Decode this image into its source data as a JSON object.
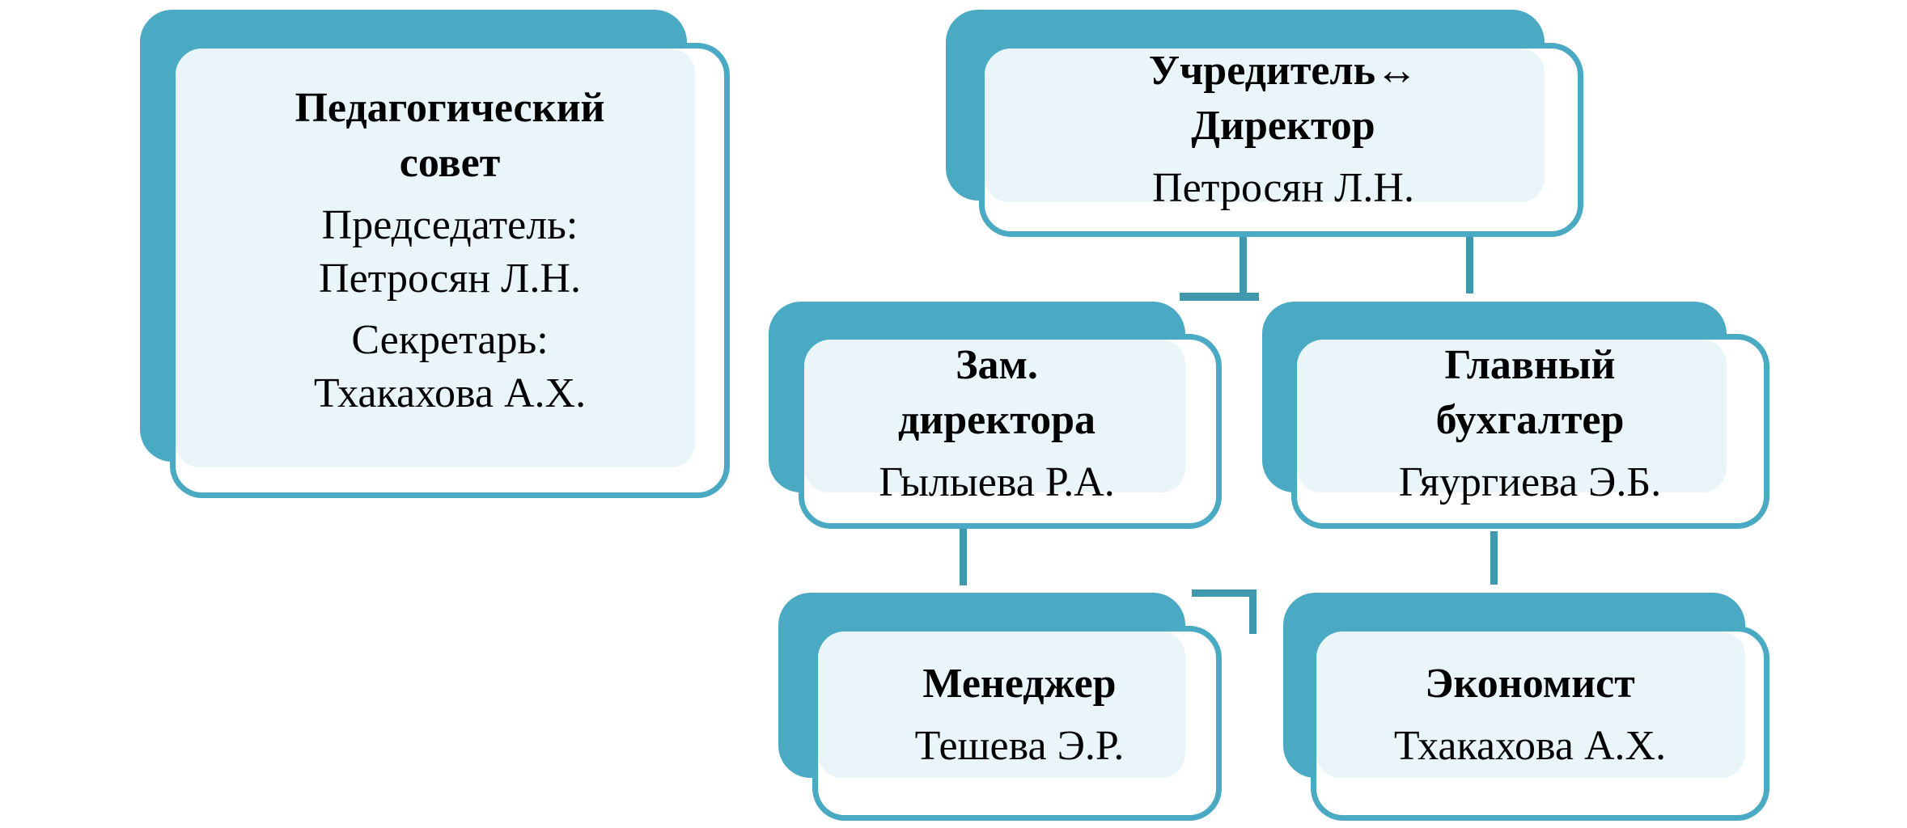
{
  "nodes": {
    "council": {
      "title_1": "Педагогический",
      "title_2": "совет",
      "chair_label": "Председатель:",
      "chair_name": "Петросян Л.Н.",
      "secretary_label": "Секретарь:",
      "secretary_name": "Тхакахова А.Х."
    },
    "director": {
      "title_1": "Учредитель↔",
      "title_2": "Директор",
      "name": "Петросян Л.Н."
    },
    "deputy": {
      "title_1": "Зам.",
      "title_2": "директора",
      "name": "Гылыева Р.А."
    },
    "accountant": {
      "title_1": "Главный",
      "title_2": "бухгалтер",
      "name": "Гяургиева Э.Б."
    },
    "manager": {
      "title": "Менеджер",
      "name": "Тешева Э.Р."
    },
    "economist": {
      "title": "Экономист",
      "name": "Тхакахова А.Х."
    }
  },
  "colors": {
    "accent": "#4aaac4",
    "tint": "#e9f5f9",
    "connector": "#3f98ae"
  }
}
